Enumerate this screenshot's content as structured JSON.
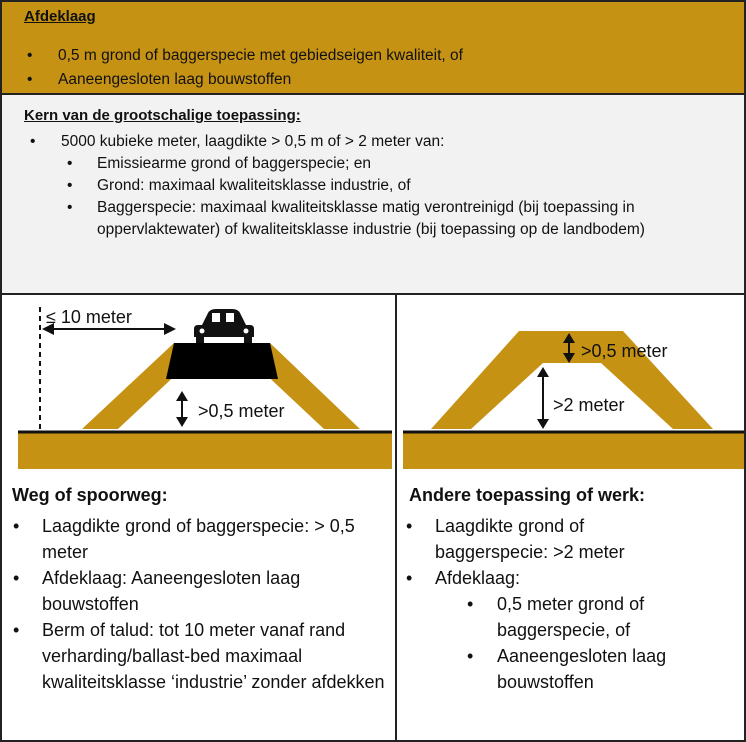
{
  "colors": {
    "gold": "#c69214",
    "gray_band": "#f2f2f2",
    "black": "#111111"
  },
  "afdeklaag": {
    "title": "Afdeklaag",
    "items": [
      "0,5 m grond of baggerspecie met gebiedseigen kwaliteit, of",
      "Aaneengesloten laag bouwstoffen"
    ]
  },
  "kern": {
    "title": "Kern van de grootschalige toepassing:",
    "item": "5000 kubieke meter, laagdikte > 0,5 m of > 2 meter van:",
    "subitems": [
      "Emissiearme grond of baggerspecie; en",
      "Grond: maximaal kwaliteitsklasse industrie, of",
      "Baggerspecie: maximaal kwaliteitsklasse matig verontreinigd (bij toepassing in oppervlaktewater) of kwaliteitsklasse industrie (bij toepassing op de landbodem)"
    ]
  },
  "left_diagram": {
    "distance_label": "≤ 10 meter",
    "thickness_label": ">0,5 meter",
    "car_icon": "car-icon"
  },
  "right_diagram": {
    "top_label": ">0,5 meter",
    "height_label": ">2 meter"
  },
  "weg": {
    "title": "Weg of spoorweg:",
    "items": [
      "Laagdikte grond of baggerspecie: > 0,5 meter",
      "Afdeklaag: Aaneengesloten laag bouwstoffen",
      "Berm of talud: tot 10 meter vanaf rand verharding/ballast-bed maximaal kwaliteitsklasse ‘industrie’ zonder afdekken"
    ]
  },
  "andere": {
    "title": "Andere toepassing of werk:",
    "items": [
      "Laagdikte grond of baggerspecie: >2 meter",
      "Afdeklaag:"
    ],
    "subitems": [
      "0,5 meter grond of baggerspecie, of",
      "Aaneengesloten laag bouwstoffen"
    ]
  }
}
